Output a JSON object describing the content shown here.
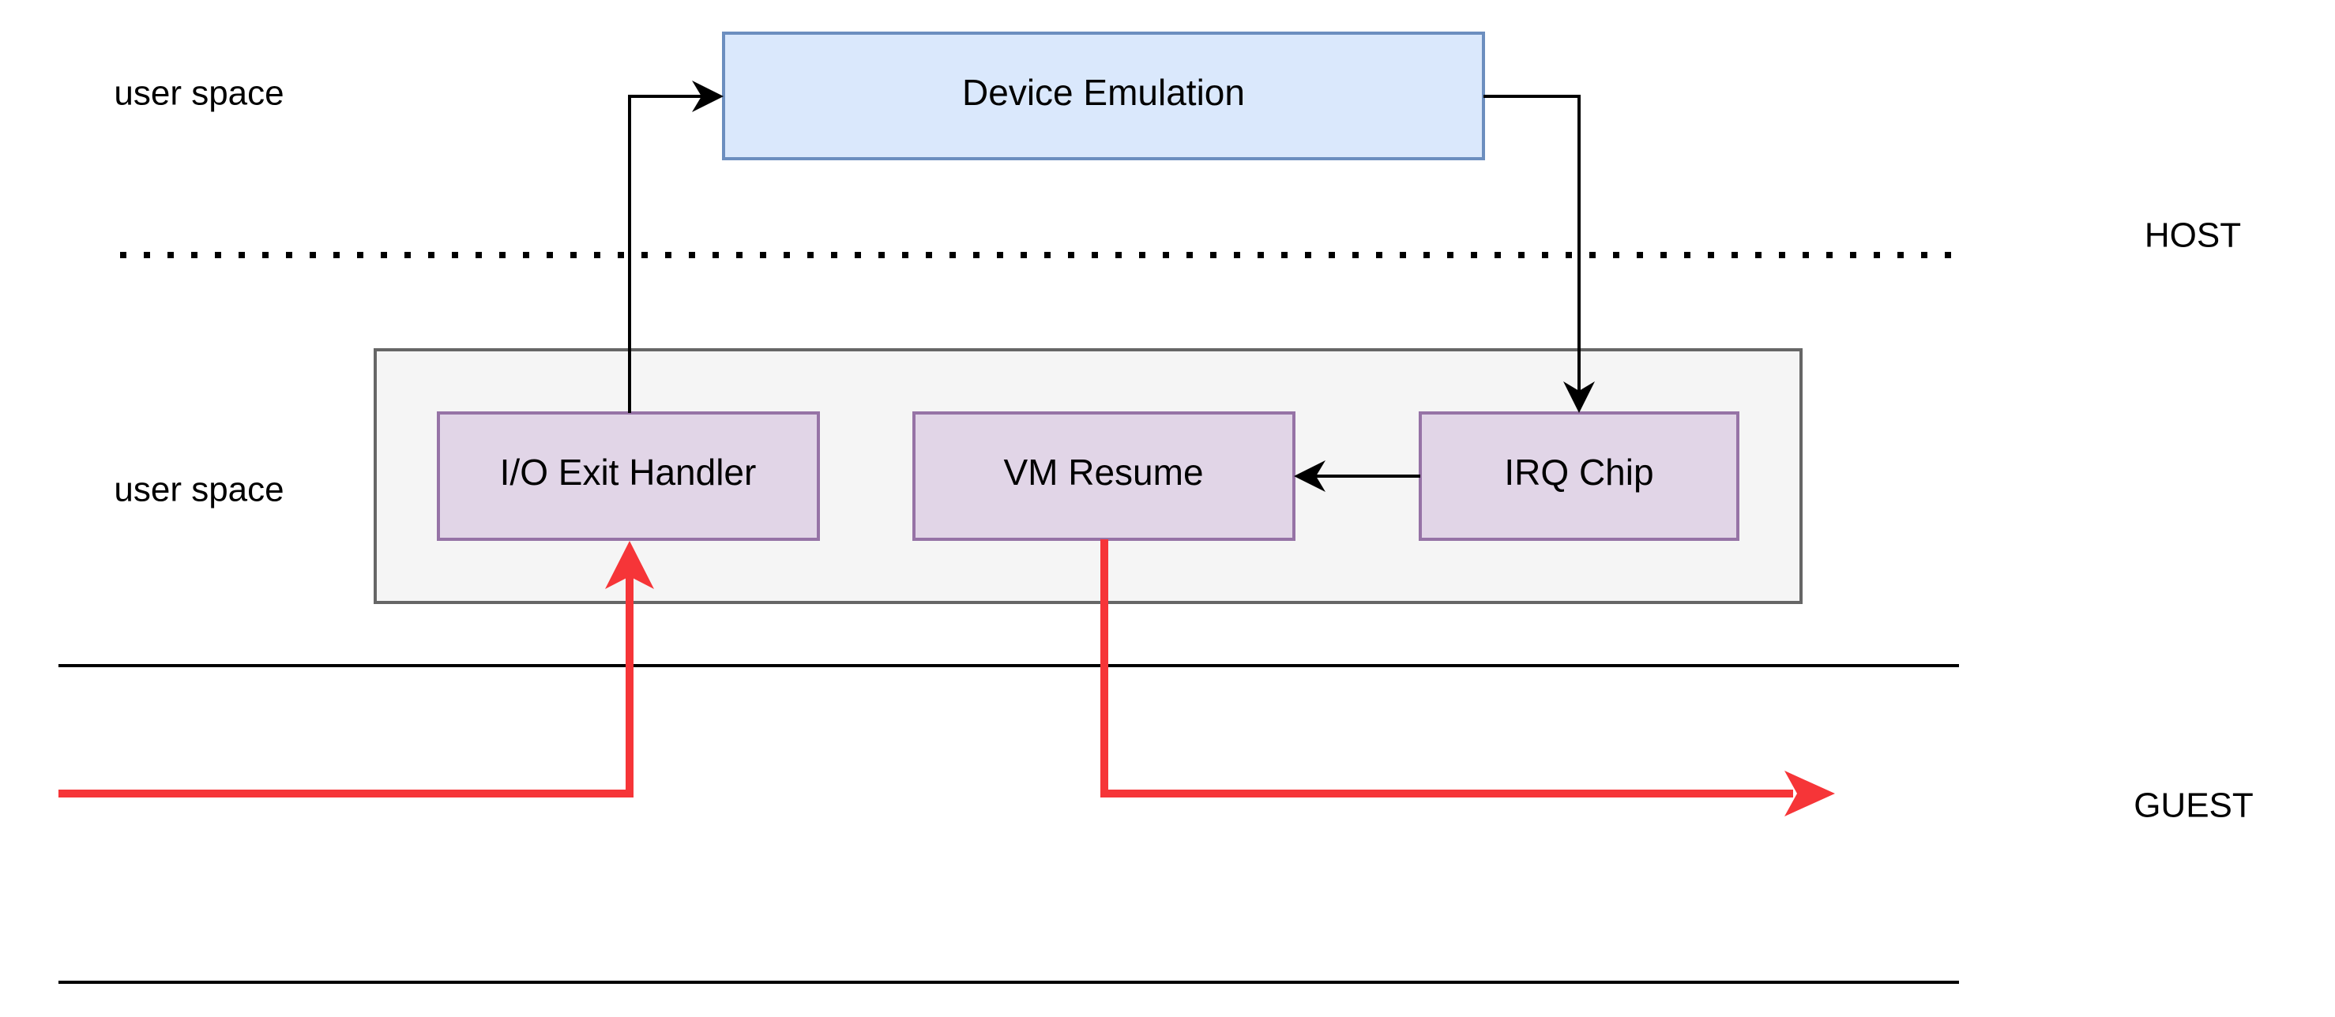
{
  "labels": {
    "upper_user_space": "user space",
    "lower_user_space": "user space",
    "host": "HOST",
    "guest": "GUEST"
  },
  "boxes": {
    "device_emulation": "Device Emulation",
    "io_exit_handler": "I/O Exit Handler",
    "vm_resume": "VM Resume",
    "irq_chip": "IRQ Chip"
  },
  "colors": {
    "device_emulation_fill": "#dae8fc",
    "device_emulation_stroke": "#6c8ebf",
    "component_fill": "#e1d5e7",
    "component_stroke": "#9673a6",
    "container_fill": "#f5f5f5",
    "container_stroke": "#666666",
    "guest_path": "#f63538",
    "connector": "#000000"
  }
}
